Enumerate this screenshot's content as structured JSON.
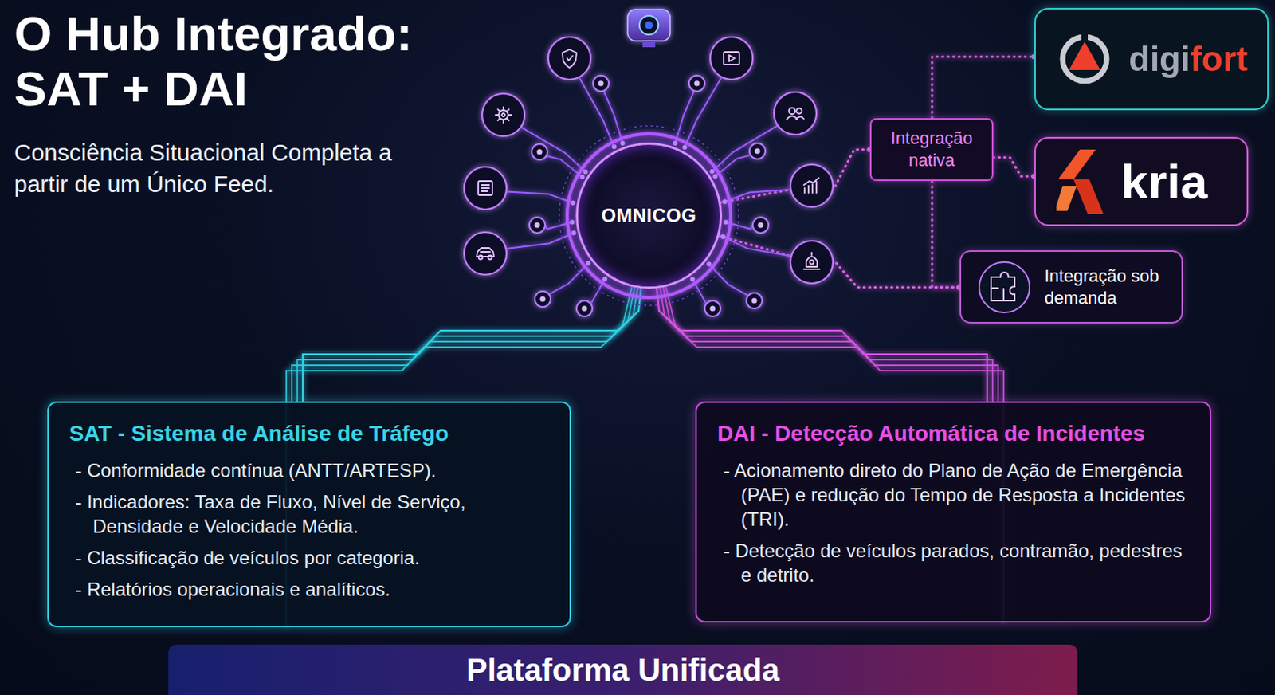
{
  "diagram": {
    "title": "O Hub Integrado: SAT + DAI",
    "nodes": [
      {
        "text": [
          "OMNICOG"
        ]
      },
      {
        "text": [
          "Integração nativa"
        ]
      },
      {
        "text": [
          "digifort"
        ]
      },
      {
        "text": [
          "kria"
        ]
      },
      {
        "text": [
          "Integração sob demanda"
        ]
      },
      {
        "text": [
          "SAT - Sistema de Análise de Tráfego",
          "- Conformidade contínua (ANTT/ARTESP).",
          "- Indicadores: Taxa de Fluxo, Nível de Serviço, Densidade e Velocidade Média.",
          "- Classificação de veículos por categoria.",
          "- Relatórios operacionais e analíticos."
        ]
      },
      {
        "text": [
          "DAI - Detecção Automática de Incidentes",
          "- Acionamento direto do Plano de Ação de Emergência (PAE) e redução do Tempo de Resposta a Incidentes (TRI).",
          "- Detecção de veículos parados, contramão, pedestres e detrito."
        ]
      },
      {
        "text": [
          "Plataforma Unificada"
        ]
      }
    ],
    "edges": [
      {
        "from": 0,
        "to": 5,
        "arrow": "none"
      },
      {
        "from": 0,
        "to": 6,
        "arrow": "none"
      },
      {
        "from": 0,
        "to": 1,
        "arrow": "none"
      },
      {
        "from": 1,
        "to": 2,
        "arrow": "none"
      },
      {
        "from": 1,
        "to": 3,
        "arrow": "none"
      },
      {
        "from": 0,
        "to": 4,
        "arrow": "none"
      },
      {
        "from": 1,
        "to": 4,
        "arrow": "none"
      }
    ],
    "labels": [
      "Consciência Situacional Completa a partir de um Único Feed."
    ]
  }
}
